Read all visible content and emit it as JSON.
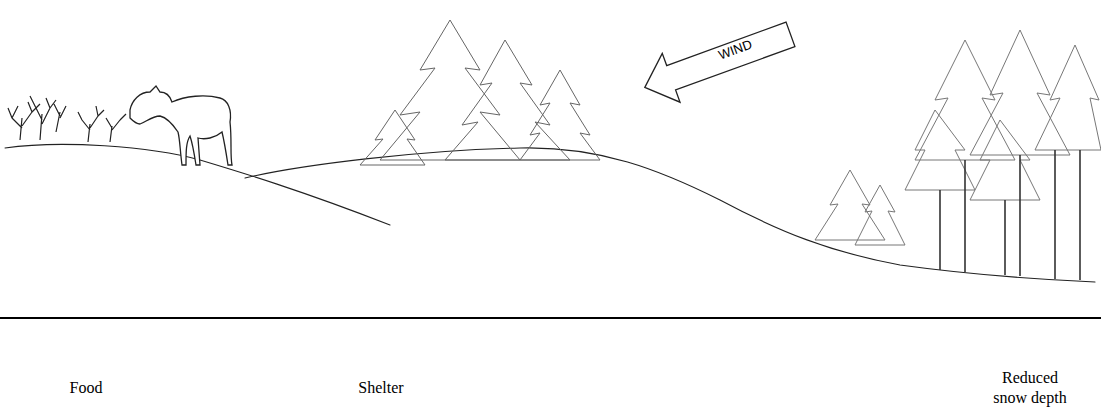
{
  "diagram": {
    "labels": [
      "WIND",
      "Food",
      "Shelter",
      "Reduced snow depth"
    ]
  }
}
